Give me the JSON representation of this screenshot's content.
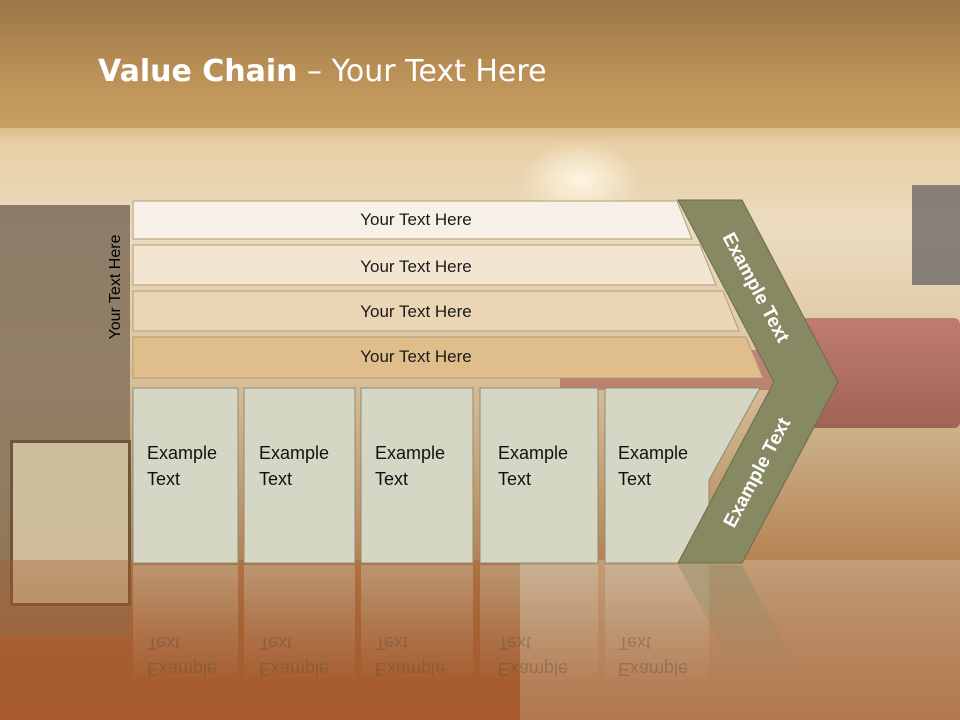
{
  "slide": {
    "title_bold": "Value Chain",
    "title_rest": " – Your Text Here",
    "side_label": "Your Text Here",
    "bars": [
      {
        "label": "Your Text Here",
        "fill": "#f6f0e6"
      },
      {
        "label": "Your Text Here",
        "fill": "#f2e6d2"
      },
      {
        "label": "Your Text Here",
        "fill": "#ead6b4"
      },
      {
        "label": "Your Text Here",
        "fill": "#e0be8c"
      }
    ],
    "boxes": [
      {
        "line1": "Example",
        "line2": "Text"
      },
      {
        "line1": "Example",
        "line2": "Text"
      },
      {
        "line1": "Example",
        "line2": "Text"
      },
      {
        "line1": "Example",
        "line2": "Text"
      },
      {
        "line1": "Example",
        "line2": "Text"
      }
    ],
    "chevron": {
      "top_label": "Example Text",
      "bottom_label": "Example Text",
      "fill": "#878963"
    },
    "colors": {
      "box_fill": "#d6d6c4",
      "box_stroke": "#8c8c78",
      "bar_stroke": "#b49a76"
    }
  }
}
